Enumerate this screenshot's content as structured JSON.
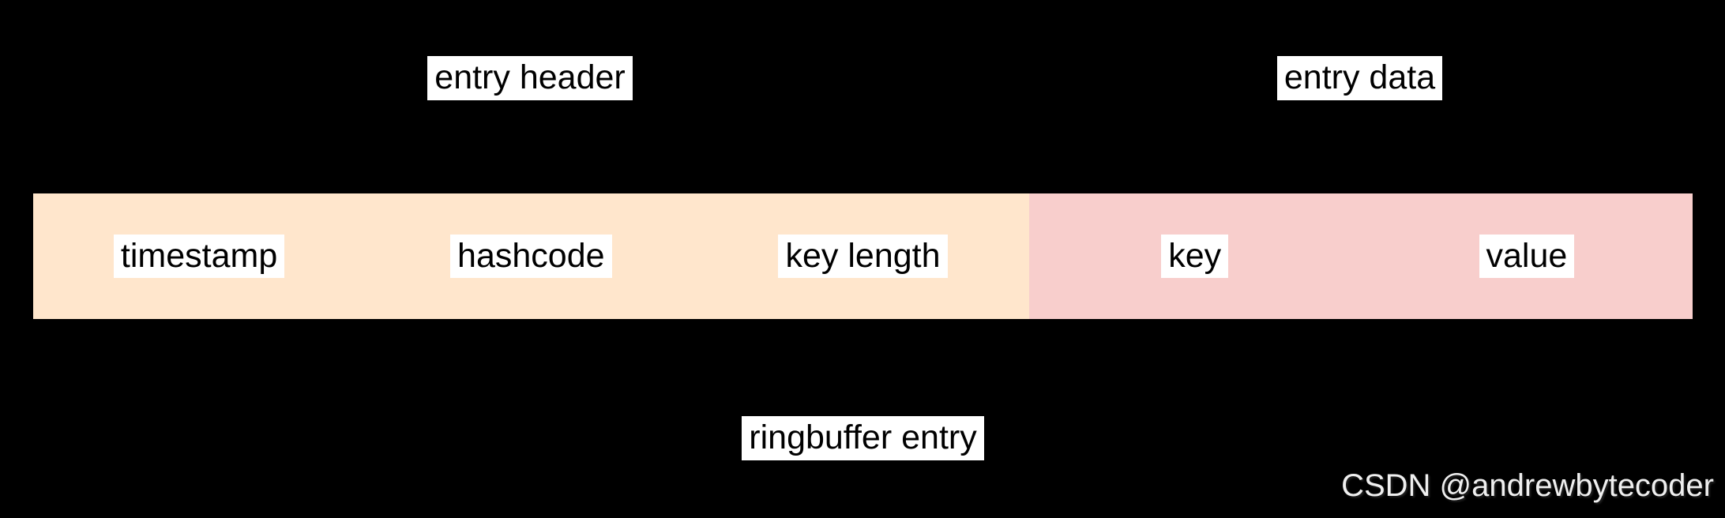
{
  "diagram": {
    "background_color": "#000000",
    "top_labels": {
      "entry_header": "entry header",
      "entry_data": "entry data"
    },
    "bar": {
      "header_section": {
        "fill_color": "#FFE6CC",
        "fields": [
          "timestamp",
          "hashcode",
          "key length"
        ]
      },
      "data_section": {
        "fill_color": "#F8CECC",
        "fields": [
          "key",
          "value"
        ]
      }
    },
    "caption": "ringbuffer entry",
    "watermark": "CSDN @andrewbytecoder",
    "label_style": {
      "background_color": "#FFFFFF",
      "text_color": "#000000"
    }
  }
}
